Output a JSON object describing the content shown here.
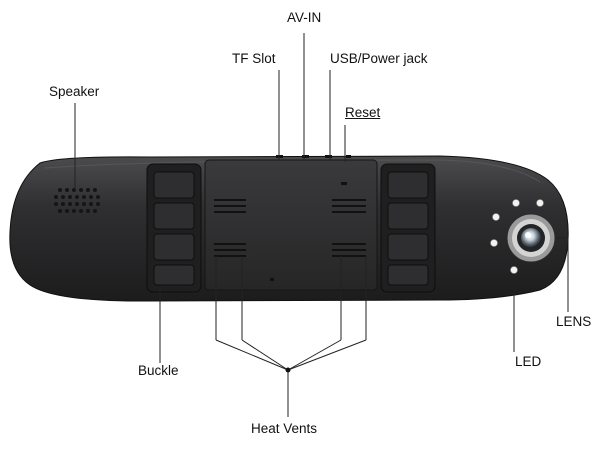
{
  "labels": {
    "av_in": "AV-IN",
    "tf_slot": "TF Slot",
    "usb_power": "USB/Power jack",
    "reset": "Reset",
    "speaker": "Speaker",
    "buckle": "Buckle",
    "heat_vents": "Heat Vents",
    "led": "LED",
    "lens": "LENS"
  },
  "colors": {
    "device_body": "#2b2b2d",
    "device_highlight": "#4a4a4c",
    "leader_line": "#222222",
    "led_light": "#f2f2ee",
    "lens_ring": "#c9c9c9"
  }
}
